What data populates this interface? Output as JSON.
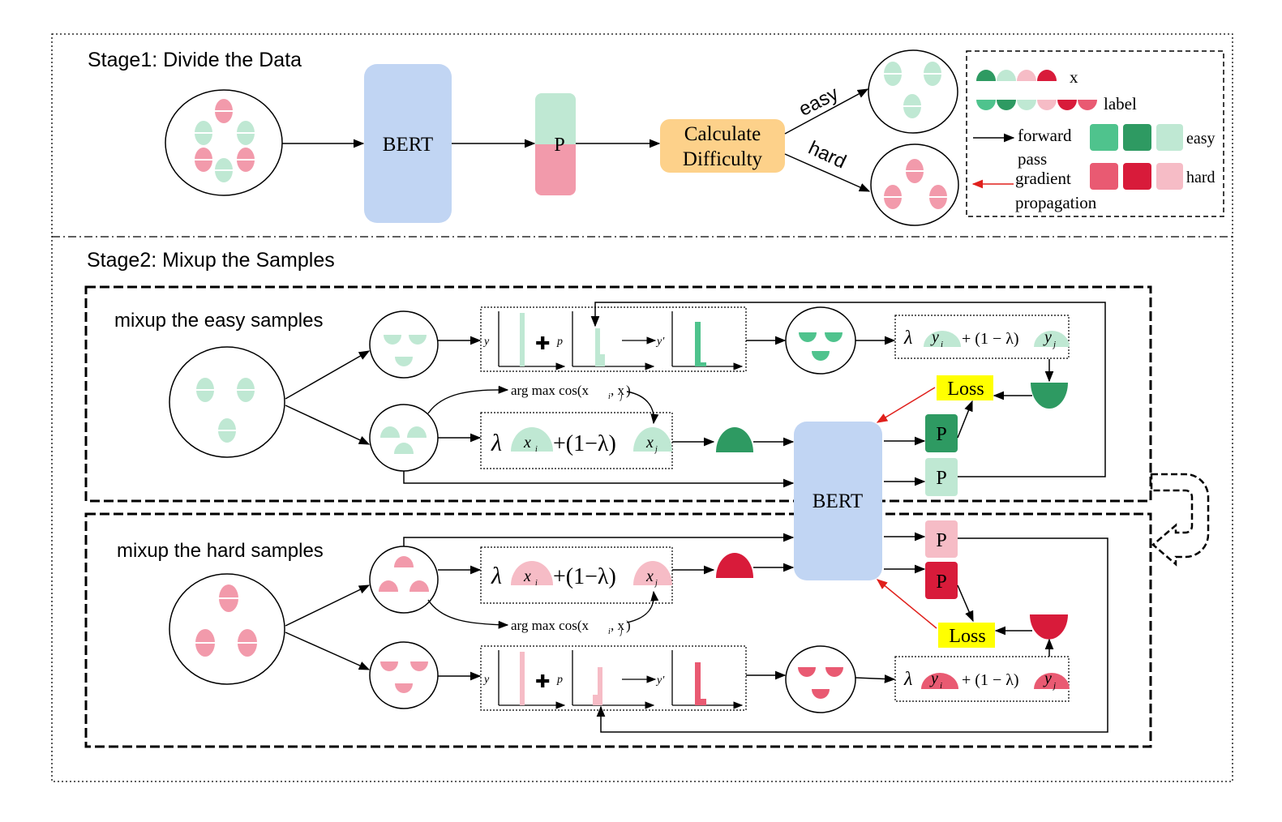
{
  "colors": {
    "easy_light": "#bfe8d3",
    "easy_mid": "#4fc38d",
    "easy_dark": "#2e9a62",
    "hard_light": "#f6bcc6",
    "hard_mid": "#e95a72",
    "hard_dark": "#d81b3a",
    "bert": "#c1d5f3",
    "calc": "#fdd18a",
    "loss": "#ffff00",
    "gradient_arrow": "#e0201c"
  },
  "stage1": {
    "title": "Stage1: Divide the Data",
    "bert_label": "BERT",
    "p_label": "P",
    "calc_line1": "Calculate",
    "calc_line2": "Difficulty",
    "easy_label": "easy",
    "hard_label": "hard"
  },
  "legend": {
    "x_label": "x",
    "label_label": "label",
    "forward_label": "forward",
    "pass_label": "pass",
    "gradient_label": "gradient",
    "propagation_label": "propagation",
    "easy_label": "easy",
    "hard_label": "hard"
  },
  "stage2": {
    "title": "Stage2: Mixup the Samples",
    "easy_title": "mixup the easy samples",
    "hard_title": "mixup the hard samples",
    "bert_label": "BERT",
    "loss_label": "Loss",
    "p_label": "P",
    "argmax_label": "arg max cos(x",
    "lambda": "λ",
    "one_minus_lambda": "+(1−λ)",
    "one_minus_lambda_y": "+ (1 − λ)",
    "y_axis": "y",
    "y_prime_axis": "y′",
    "p_axis": "p",
    "xi": "x",
    "xj": "x",
    "yi": "y",
    "yj": "y",
    "sub_i": "i",
    "sub_j": "j",
    "comma_sep": ", x",
    "close_paren": ")",
    "plus_sign": "✚"
  }
}
